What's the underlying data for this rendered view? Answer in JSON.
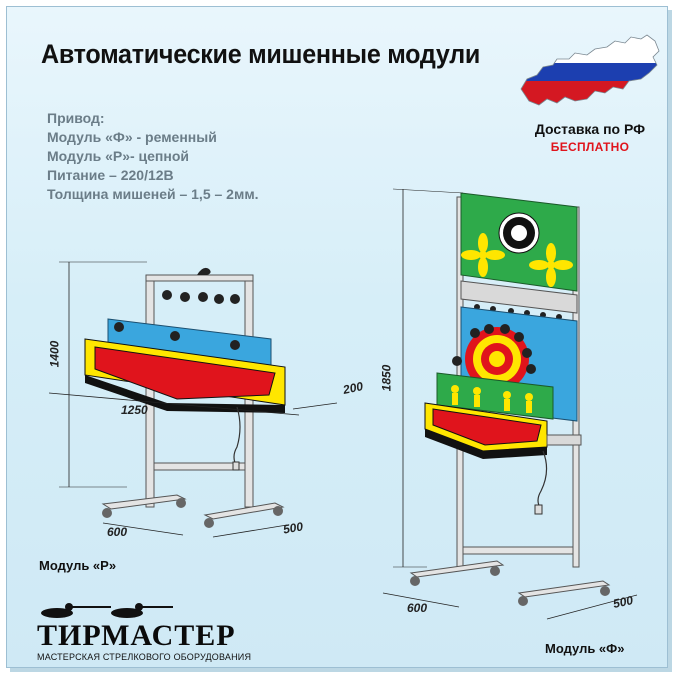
{
  "title": "Автоматические мишенные модули",
  "specs": [
    "Привод:",
    "Модуль «Ф» - ременный",
    "Модуль «Р»- цепной",
    "Питание – 220/12В",
    "Толщина мишеней – 1,5 – 2мм."
  ],
  "delivery": {
    "label": "Доставка по РФ",
    "free": "БЕСПЛАТНО"
  },
  "module_r": {
    "caption": "Модуль «Р»",
    "dims": {
      "height": "1400",
      "width": "1250",
      "depth": "200",
      "base_width": "600",
      "base_depth": "500"
    }
  },
  "module_f": {
    "caption": "Модуль «Ф»",
    "dims": {
      "height": "1850",
      "base_width": "600",
      "base_depth": "500"
    }
  },
  "logo": {
    "name": "ТИРМАСТЕР",
    "tagline": "МАСТЕРСКАЯ СТРЕЛКОВОГО ОБОРУДОВАНИЯ"
  },
  "colors": {
    "background": "#d6eef8",
    "target_blue": "#3aa6de",
    "target_green": "#2eaa4a",
    "target_red": "#e0141c",
    "target_yellow": "#ffe600",
    "frame_gray": "#d9d9d9"
  }
}
